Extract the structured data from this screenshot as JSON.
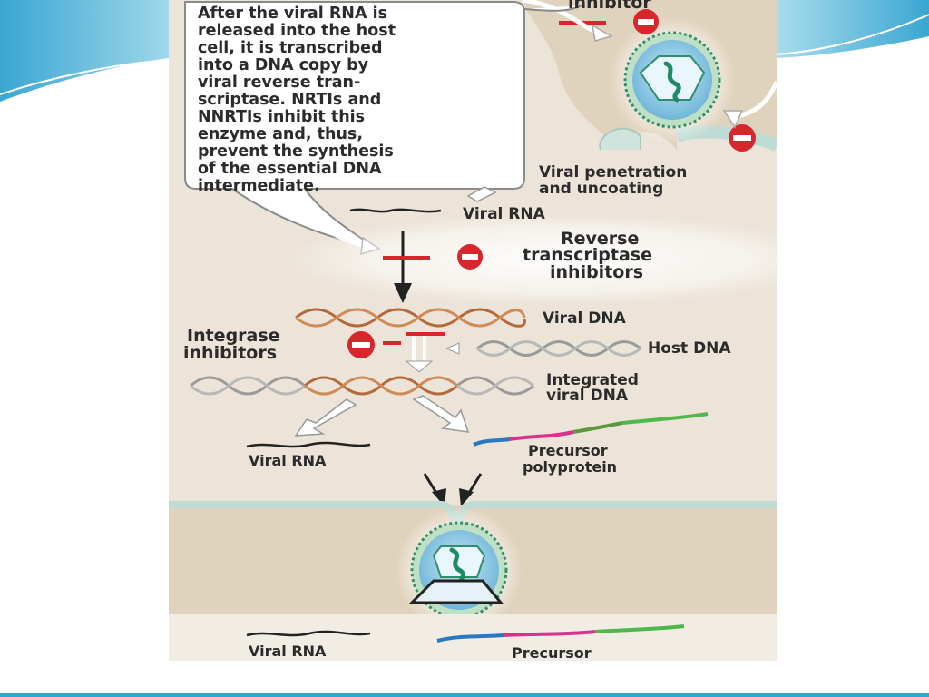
{
  "callout": {
    "lines": [
      "After the viral RNA is",
      "released into the host",
      "cell, it is transcribed",
      "into a DNA copy by",
      "viral reverse tran-",
      "scriptase. NRTIs and",
      "NNRTIs inhibit this",
      "enzyme and, thus,",
      "prevent the synthesis",
      "of the essential DNA",
      "intermediate."
    ]
  },
  "labels": {
    "inhibitor_top": "inhibitor",
    "viral_penetration_1": "Viral penetration",
    "viral_penetration_2": "and uncoating",
    "viral_rna_1": "Viral RNA",
    "rti_1": "Reverse",
    "rti_2": "transcriptase",
    "rti_3": "inhibitors",
    "viral_dna": "Viral DNA",
    "integrase_1": "Integrase",
    "integrase_2": "inhibitors",
    "host_dna": "Host DNA",
    "integrated_1": "Integrated",
    "integrated_2": "viral  DNA",
    "viral_rna_2": "Viral RNA",
    "precursor_1a": "Precursor",
    "precursor_1b": "polyprotein",
    "viral_rna_3": "Viral RNA",
    "precursor_2": "Precursor"
  },
  "colors": {
    "inhibit_red": "#d7262c",
    "dna_brown": "#b5693a",
    "dna_gray": "#9a9a9a",
    "rna_black": "#222222",
    "virus_blue": "#8fc8e3",
    "virus_green": "#3a9a72",
    "membrane": "#bfdcd4",
    "cytoplasm": "#ece4d8",
    "slide_accent": "#34a3d0"
  }
}
